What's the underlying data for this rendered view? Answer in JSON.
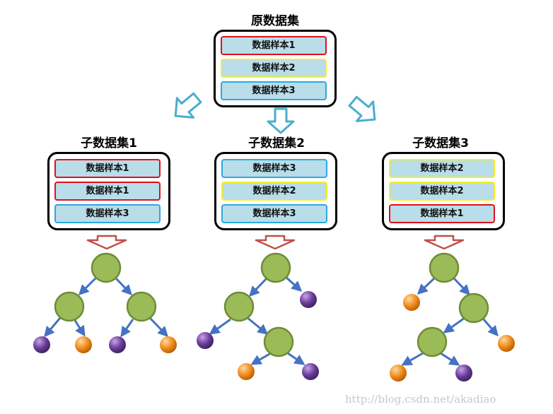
{
  "original": {
    "title": "原数据集",
    "samples": [
      {
        "label": "数据样本1",
        "color": "red"
      },
      {
        "label": "数据样本2",
        "color": "yellow"
      },
      {
        "label": "数据样本3",
        "color": "blue"
      }
    ]
  },
  "subsets": [
    {
      "title": "子数据集1",
      "samples": [
        {
          "label": "数据样本1",
          "color": "red"
        },
        {
          "label": "数据样本1",
          "color": "red"
        },
        {
          "label": "数据样本3",
          "color": "blue"
        }
      ]
    },
    {
      "title": "子数据集2",
      "samples": [
        {
          "label": "数据样本3",
          "color": "blue"
        },
        {
          "label": "数据样本2",
          "color": "yellow"
        },
        {
          "label": "数据样本3",
          "color": "blue"
        }
      ]
    },
    {
      "title": "子数据集3",
      "samples": [
        {
          "label": "数据样本2",
          "color": "yellow"
        },
        {
          "label": "数据样本2",
          "color": "yellow"
        },
        {
          "label": "数据样本1",
          "color": "red"
        }
      ]
    }
  ],
  "watermark": "http://blog.csdn.net/akadiao",
  "colors": {
    "red": "#e0101a",
    "yellow": "#f3ee2a",
    "blue": "#2aa9e0",
    "sample_fill": "#b9dde9",
    "hollow_arrow": "#4aaecd",
    "red_arrow": "#c0504d",
    "tree_edge": "#4472c4",
    "node_green": "#9bbb59",
    "leaf_purple": "#6a3d9a",
    "leaf_orange": "#f08c1e"
  }
}
